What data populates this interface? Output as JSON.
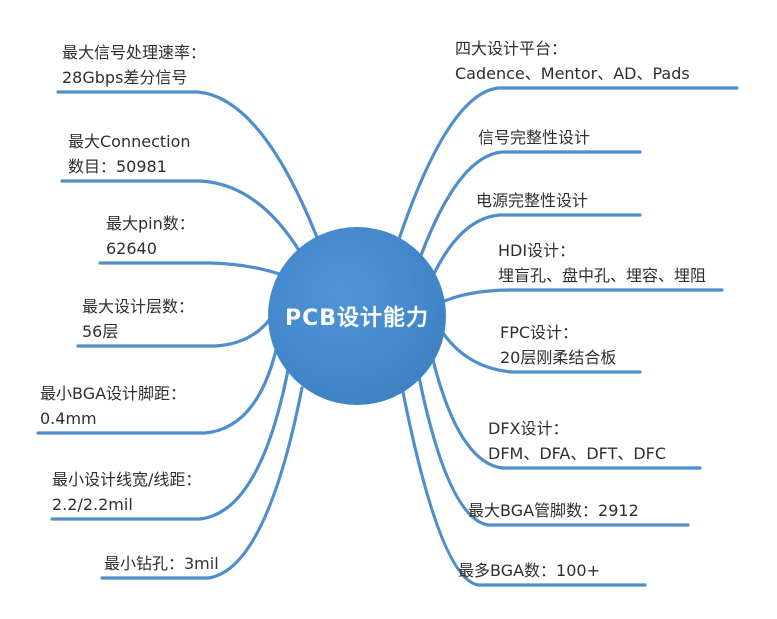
{
  "center": {
    "label": "PCB设计能力",
    "fill_color": "#4287c9",
    "text_color": "#ffffff"
  },
  "line_color": "#4f8ecd",
  "text_color": "#2f2f2f",
  "left_branches": [
    {
      "line1": "最大信号处理速率：",
      "line2": "28Gbps差分信号"
    },
    {
      "line1": "最大Connection",
      "line2": "数目：50981"
    },
    {
      "line1": "最大pin数：",
      "line2": "62640"
    },
    {
      "line1": "最大设计层数：",
      "line2": "56层"
    },
    {
      "line1": "最小BGA设计脚距：",
      "line2": "0.4mm"
    },
    {
      "line1": "最小设计线宽/线距：",
      "line2": "2.2/2.2mil"
    },
    {
      "line1": "最小钻孔：3mil",
      "line2": ""
    }
  ],
  "right_branches": [
    {
      "line1": "四大设计平台：",
      "line2": "Cadence、Mentor、AD、Pads"
    },
    {
      "line1": "信号完整性设计",
      "line2": ""
    },
    {
      "line1": "电源完整性设计",
      "line2": ""
    },
    {
      "line1": "HDI设计：",
      "line2": "埋盲孔、盘中孔、埋容、埋阻"
    },
    {
      "line1": "FPC设计：",
      "line2": "20层刚柔结合板"
    },
    {
      "line1": "DFX设计：",
      "line2": "DFM、DFA、DFT、DFC"
    },
    {
      "line1": "最大BGA管脚数：2912",
      "line2": ""
    },
    {
      "line1": "最多BGA数：100+",
      "line2": ""
    }
  ]
}
